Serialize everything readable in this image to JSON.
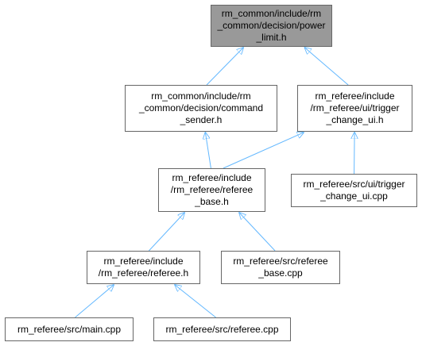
{
  "diagram": {
    "edge_color": "#63B8FF",
    "focus_fill": "#999999",
    "node_border": "#666666",
    "nodes": [
      {
        "id": "power_limit",
        "label": "rm_common/include/rm\n_common/decision/power\n_limit.h",
        "focus": true
      },
      {
        "id": "command_sender",
        "label": "rm_common/include/rm\n_common/decision/command\n_sender.h"
      },
      {
        "id": "trigger_change_ui_h",
        "label": "rm_referee/include\n/rm_referee/ui/trigger\n_change_ui.h"
      },
      {
        "id": "referee_base_h",
        "label": "rm_referee/include\n/rm_referee/referee\n_base.h"
      },
      {
        "id": "trigger_change_ui_cpp",
        "label": "rm_referee/src/ui/trigger\n_change_ui.cpp"
      },
      {
        "id": "referee_h",
        "label": "rm_referee/include\n/rm_referee/referee.h"
      },
      {
        "id": "referee_base_cpp",
        "label": "rm_referee/src/referee\n_base.cpp"
      },
      {
        "id": "main_cpp",
        "label": "rm_referee/src/main.cpp"
      },
      {
        "id": "referee_cpp",
        "label": "rm_referee/src/referee.cpp"
      }
    ],
    "edges": [
      {
        "from": "command_sender",
        "to": "power_limit"
      },
      {
        "from": "trigger_change_ui_h",
        "to": "power_limit"
      },
      {
        "from": "referee_base_h",
        "to": "command_sender"
      },
      {
        "from": "referee_base_h",
        "to": "trigger_change_ui_h"
      },
      {
        "from": "trigger_change_ui_cpp",
        "to": "trigger_change_ui_h"
      },
      {
        "from": "referee_h",
        "to": "referee_base_h"
      },
      {
        "from": "referee_base_cpp",
        "to": "referee_base_h"
      },
      {
        "from": "main_cpp",
        "to": "referee_h"
      },
      {
        "from": "referee_cpp",
        "to": "referee_h"
      }
    ]
  }
}
